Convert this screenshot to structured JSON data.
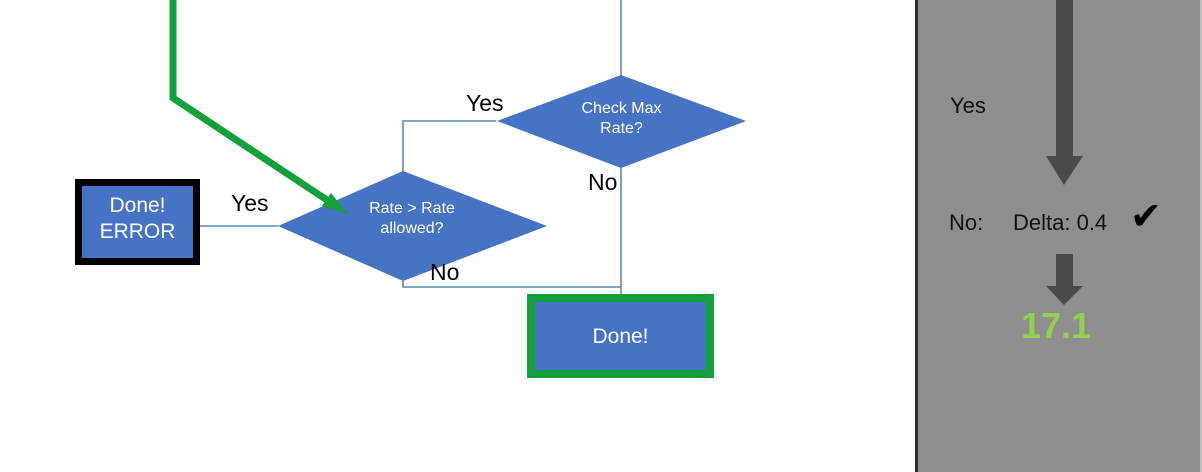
{
  "diagram": {
    "type": "flowchart",
    "background": "#ffffff",
    "node_fill": "#4673C3",
    "highlight_green": "#12A03C",
    "connector_color": "#5B87B8",
    "nodes": [
      {
        "id": "err-box",
        "kind": "process",
        "label": "Done!\nERROR",
        "border": "#000000"
      },
      {
        "id": "diamond-rate",
        "kind": "decision",
        "label": "Rate > Rate\nallowed?"
      },
      {
        "id": "diamond-maxrate",
        "kind": "decision",
        "label": "Check Max\nRate?"
      },
      {
        "id": "done-box",
        "kind": "process",
        "label": "Done!",
        "border": "#12A03C"
      }
    ],
    "edge_labels": {
      "yes_to_error": "Yes",
      "yes_to_maxrate": "Yes",
      "no_from_rate": "No",
      "no_from_maxrate": "No"
    }
  },
  "panel": {
    "background": "#8e8e8e",
    "yes_label": "Yes",
    "no_label": "No:",
    "delta_label": "Delta: 0.4",
    "check_glyph": "✔",
    "value": "17.1",
    "value_color": "#92D04F"
  }
}
